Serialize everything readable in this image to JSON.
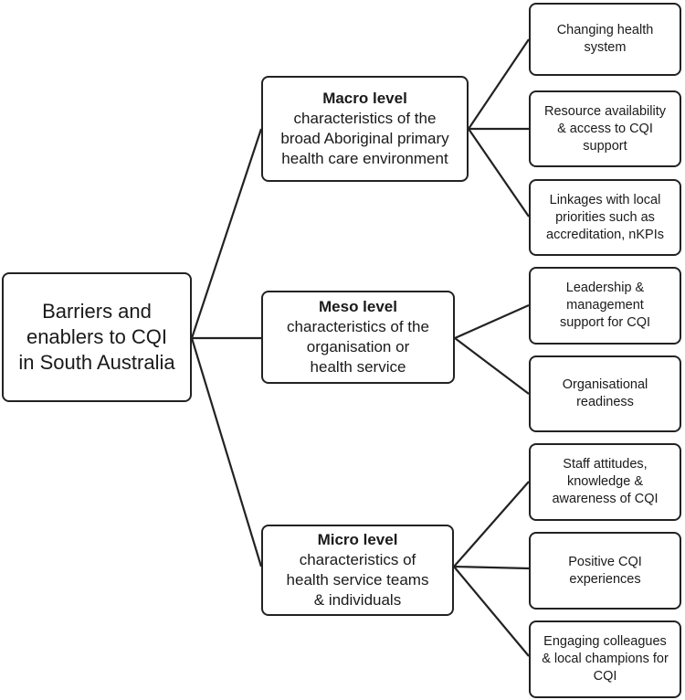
{
  "root": {
    "label": "Barriers and\nenablers to CQI\nin South Australia"
  },
  "levels": [
    {
      "title": "Macro level",
      "description": "characteristics of the\nbroad Aboriginal primary\nhealth care environment",
      "items": [
        "Changing health\nsystem",
        "Resource availability\n& access to CQI\nsupport",
        "Linkages with local\npriorities such as\naccreditation, nKPIs"
      ]
    },
    {
      "title": "Meso level",
      "description": "characteristics of the\norganisation or\nhealth service",
      "items": [
        "Leadership &\nmanagement\nsupport for CQI",
        "Organisational\nreadiness"
      ]
    },
    {
      "title": "Micro level",
      "description": "characteristics of\nhealth service teams\n& individuals",
      "items": [
        "Staff attitudes,\nknowledge &\nawareness of CQI",
        "Positive CQI\nexperiences",
        "Engaging colleagues\n& local champions for\nCQI"
      ]
    }
  ]
}
